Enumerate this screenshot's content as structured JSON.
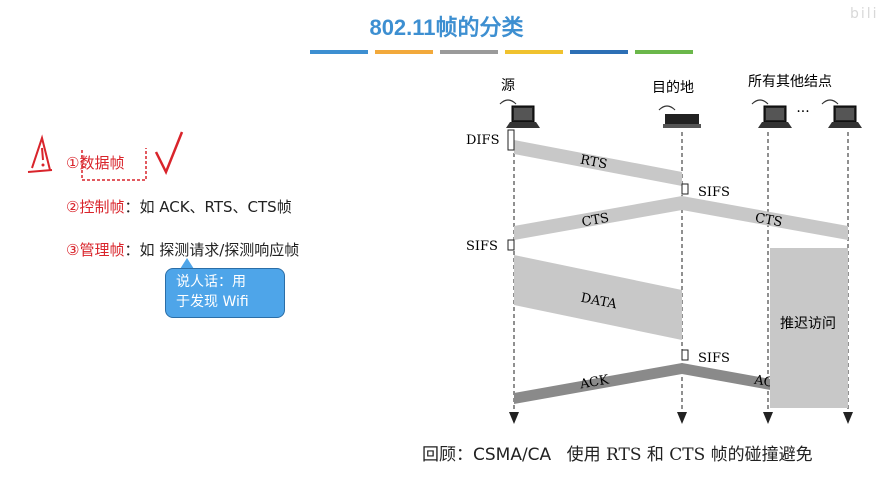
{
  "title": "802.11帧的分类",
  "title_bar_colors": [
    "#3d8fd1",
    "#f2a93b",
    "#9a9a9a",
    "#f0c22e",
    "#2d6fb5",
    "#6bb74a"
  ],
  "watermark": "bili",
  "items": [
    {
      "label": "①数据帧",
      "text": ""
    },
    {
      "label": "②控制帧",
      "text": "：如 ACK、RTS、CTS帧"
    },
    {
      "label": "③管理帧",
      "text": "：如 探测请求/探测响应帧"
    }
  ],
  "callout": {
    "line1": "说人话：用",
    "line2": "于发现 Wifi"
  },
  "diagram": {
    "nodes": {
      "source": "源",
      "dest": "目的地",
      "others": "所有其他结点",
      "ellipsis": "···"
    },
    "timings": {
      "difs": "DIFS",
      "sifs": "SIFS"
    },
    "frames": {
      "rts": "RTS",
      "cts": "CTS",
      "data": "DATA",
      "ack": "ACK"
    },
    "defer": "推迟访问"
  },
  "caption": {
    "prefix": "回顾：CSMA/CA",
    "text": "使用 RTS 和 CTS 帧的碰撞避免"
  },
  "colors": {
    "accent": "#3d8fd1",
    "red": "#d9242b",
    "frame_gray": "#c8c8c8",
    "frame_dark": "#8a8a8a"
  }
}
